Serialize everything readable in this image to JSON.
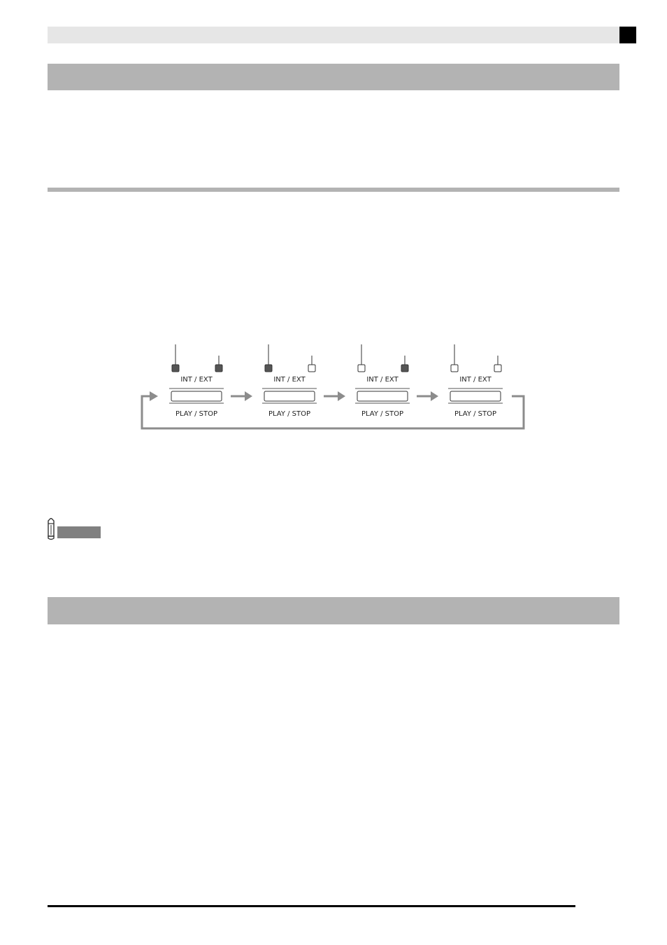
{
  "page": {
    "colors": {
      "header_strip": "#e6e6e6",
      "corner_tab": "#000000",
      "section_bar": "#b3b3b3",
      "note_badge": "#808080",
      "arrow": "#8c8c8c",
      "lamp_on": "#555555",
      "lamp_off": "#ffffff"
    }
  },
  "note": {
    "icon": "pencil-icon"
  },
  "diagram": {
    "int_ext_label": "INT / EXT",
    "play_stop_label": "PLAY / STOP",
    "states": [
      {
        "left_lamp": "on",
        "right_lamp": "on"
      },
      {
        "left_lamp": "on",
        "right_lamp": "off"
      },
      {
        "left_lamp": "off",
        "right_lamp": "on"
      },
      {
        "left_lamp": "off",
        "right_lamp": "off"
      }
    ]
  }
}
